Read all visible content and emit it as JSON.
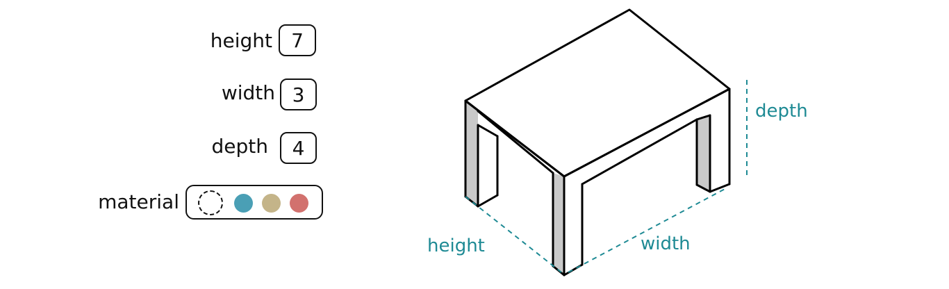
{
  "params": {
    "height": {
      "label": "height",
      "value": "7"
    },
    "width": {
      "label": "width",
      "value": "3"
    },
    "depth": {
      "label": "depth",
      "value": "4"
    },
    "material": {
      "label": "material",
      "options": [
        {
          "name": "none-icon",
          "color": "transparent"
        },
        {
          "name": "teal-swatch",
          "color": "#4a9fb5"
        },
        {
          "name": "tan-swatch",
          "color": "#c4b489"
        },
        {
          "name": "red-swatch",
          "color": "#d2716e"
        }
      ]
    }
  },
  "diagram": {
    "labels": {
      "height": "height",
      "width": "width",
      "depth": "depth"
    },
    "colors": {
      "dimension": "#1e8a94",
      "leg": "#c9c9c9",
      "outline": "#000000"
    }
  }
}
